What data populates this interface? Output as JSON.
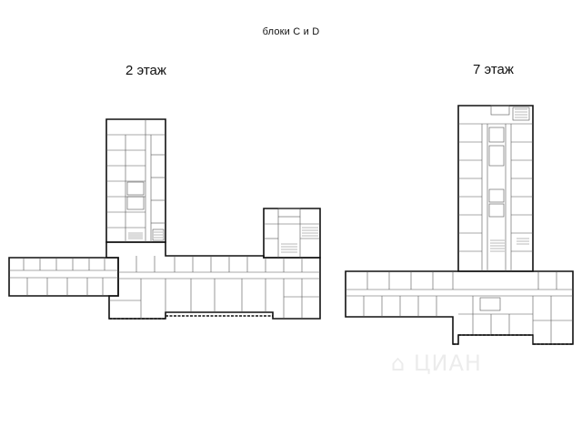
{
  "caption": "блоки C и D",
  "floors": [
    {
      "label": "2 этаж"
    },
    {
      "label": "7 этаж"
    }
  ],
  "watermark": "ЦИАН"
}
